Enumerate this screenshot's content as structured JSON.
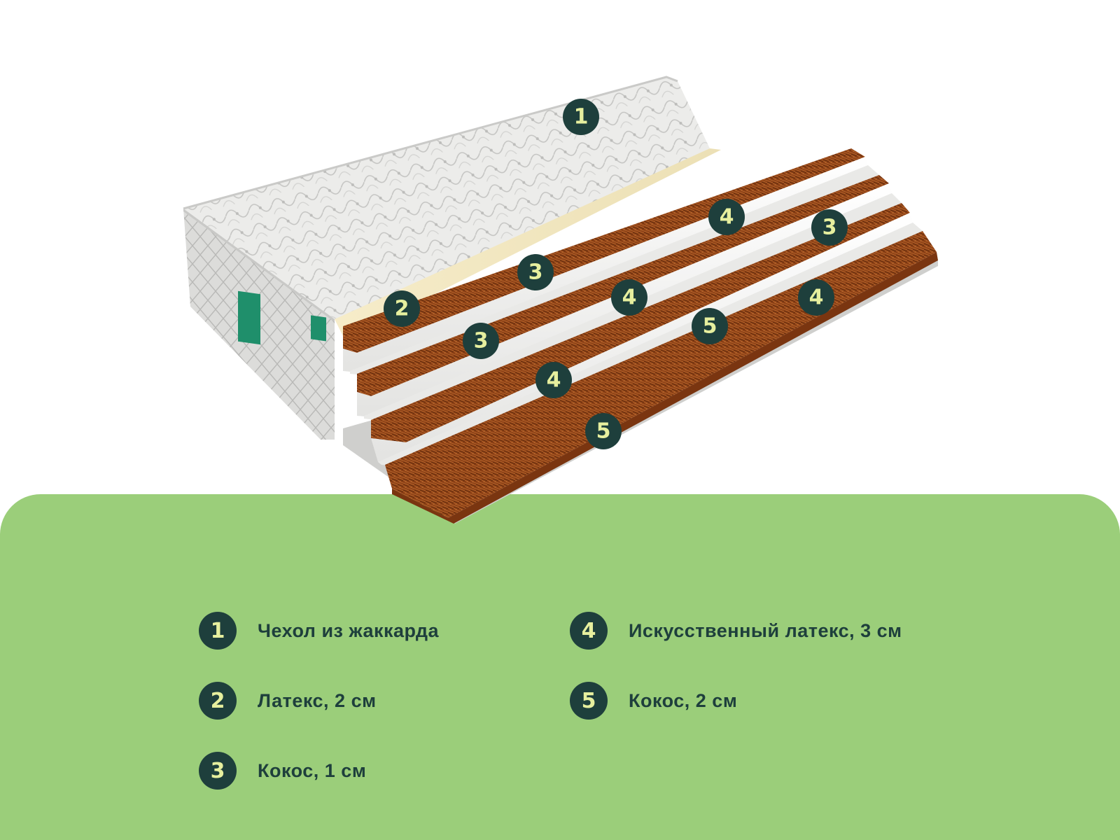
{
  "colors": {
    "panel_green": "#9bce7a",
    "badge_fill": "#1e3f3c",
    "badge_text": "#e6ef9e",
    "label_text": "#1e3f3c",
    "coconut": "#8a3e14",
    "foam": "#f2f2f0",
    "latex": "#f1e6c3",
    "cover": "#e9e9e7"
  },
  "layer_markers": [
    {
      "number": "1",
      "layer": "Чехол из жаккарда"
    },
    {
      "number": "2",
      "layer": "Латекс, 2 см"
    },
    {
      "number": "3",
      "layer": "Кокос, 1 см"
    },
    {
      "number": "4",
      "layer": "Искусственный латекс, 3 см"
    },
    {
      "number": "3",
      "layer": "Кокос, 1 см"
    },
    {
      "number": "3",
      "layer": "Кокос, 1 см"
    },
    {
      "number": "4",
      "layer": "Искусственный латекс, 3 см"
    },
    {
      "number": "5",
      "layer": "Кокос, 2 см"
    },
    {
      "number": "4",
      "layer": "Искусственный латекс, 3 см"
    },
    {
      "number": "4",
      "layer": "Искусственный латекс, 3 см"
    },
    {
      "number": "5",
      "layer": "Кокос, 2 см"
    }
  ],
  "legend": {
    "items": [
      {
        "number": "1",
        "label": "Чехол из жаккарда"
      },
      {
        "number": "2",
        "label": "Латекс, 2 см"
      },
      {
        "number": "3",
        "label": "Кокос, 1 см"
      },
      {
        "number": "4",
        "label": "Искусственный латекс, 3 см"
      },
      {
        "number": "5",
        "label": "Кокос, 2 см"
      }
    ]
  }
}
